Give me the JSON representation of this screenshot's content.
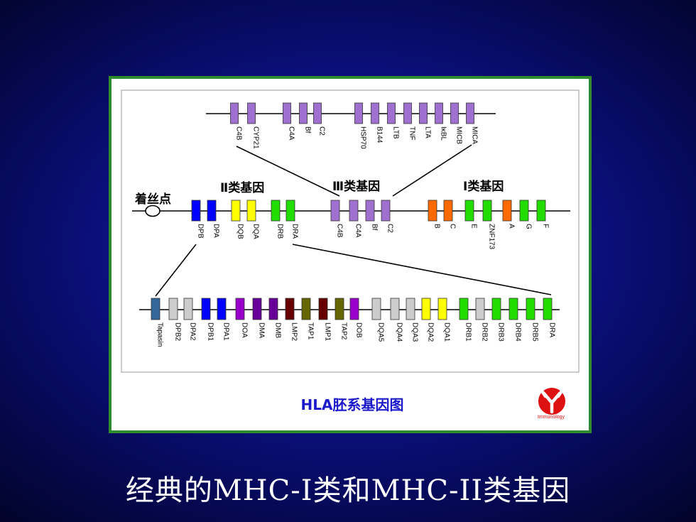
{
  "figure": {
    "caption": "HLA胚系基因图",
    "centromere_label": "着丝点",
    "class_labels": {
      "class2": "Ⅱ类基因",
      "class3": "Ⅲ类基因",
      "class1": "Ⅰ类基因"
    },
    "logo_text": "Immunology"
  },
  "slide_title": "经典的MHC-I类和MHC-II类基因",
  "colors": {
    "background": "#0b1080",
    "frame_border": "#2e8b2e",
    "caption": "#1a1acc",
    "purple": "#a070d0",
    "blue": "#0000ff",
    "yellow": "#ffff00",
    "green": "#22dd00",
    "orange": "#ff6a00",
    "steel": "#336699",
    "gray": "#cccccc",
    "violet": "#9900cc",
    "dark_violet": "#660099",
    "maroon": "#660000",
    "olive": "#666600",
    "logo_red": "#dd1111"
  },
  "top_row_genes": [
    {
      "name": "C4B",
      "color": "purple"
    },
    {
      "name": "CYP21",
      "color": "purple"
    },
    {
      "name": "C4A",
      "color": "purple"
    },
    {
      "name": "Bf",
      "color": "purple"
    },
    {
      "name": "C2",
      "color": "purple"
    },
    {
      "name": "HSP70",
      "color": "purple"
    },
    {
      "name": "B144",
      "color": "purple"
    },
    {
      "name": "LTB",
      "color": "purple"
    },
    {
      "name": "TNF",
      "color": "purple"
    },
    {
      "name": "LTA",
      "color": "purple"
    },
    {
      "name": "IκBL",
      "color": "purple"
    },
    {
      "name": "MICB",
      "color": "purple"
    },
    {
      "name": "MICA",
      "color": "purple"
    }
  ],
  "middle_row_genes": [
    {
      "name": "DPB",
      "color": "blue"
    },
    {
      "name": "DPA",
      "color": "blue"
    },
    {
      "name": "DQB",
      "color": "yellow"
    },
    {
      "name": "DQA",
      "color": "yellow"
    },
    {
      "name": "DRB",
      "color": "green"
    },
    {
      "name": "DRA",
      "color": "green"
    },
    {
      "name": "C4B",
      "color": "purple"
    },
    {
      "name": "C4A",
      "color": "purple"
    },
    {
      "name": "Bf",
      "color": "purple"
    },
    {
      "name": "C2",
      "color": "purple"
    },
    {
      "name": "B",
      "color": "orange"
    },
    {
      "name": "C",
      "color": "orange"
    },
    {
      "name": "E",
      "color": "green"
    },
    {
      "name": "ZNF173",
      "color": "green"
    },
    {
      "name": "A",
      "color": "orange"
    },
    {
      "name": "G",
      "color": "green"
    },
    {
      "name": "F",
      "color": "green"
    }
  ],
  "bottom_row_genes": [
    {
      "name": "Tapasin",
      "color": "steel"
    },
    {
      "name": "DPB2",
      "color": "gray"
    },
    {
      "name": "DPA2",
      "color": "gray"
    },
    {
      "name": "DPB1",
      "color": "blue"
    },
    {
      "name": "DPA1",
      "color": "blue"
    },
    {
      "name": "DOA",
      "color": "violet"
    },
    {
      "name": "DMA",
      "color": "dark_violet"
    },
    {
      "name": "DMB",
      "color": "dark_violet"
    },
    {
      "name": "LMP2",
      "color": "maroon"
    },
    {
      "name": "TAP1",
      "color": "olive"
    },
    {
      "name": "LMP1",
      "color": "maroon"
    },
    {
      "name": "TAP2",
      "color": "olive"
    },
    {
      "name": "DOB",
      "color": "violet"
    },
    {
      "name": "DQA5",
      "color": "gray"
    },
    {
      "name": "DQA4",
      "color": "gray"
    },
    {
      "name": "DQA3",
      "color": "gray"
    },
    {
      "name": "DQA2",
      "color": "yellow"
    },
    {
      "name": "DQA1",
      "color": "yellow"
    },
    {
      "name": "DRB1",
      "color": "green"
    },
    {
      "name": "DRB2",
      "color": "gray"
    },
    {
      "name": "DRB3",
      "color": "green"
    },
    {
      "name": "DRB4",
      "color": "green"
    },
    {
      "name": "DRB5",
      "color": "green"
    },
    {
      "name": "DRA",
      "color": "green"
    }
  ]
}
